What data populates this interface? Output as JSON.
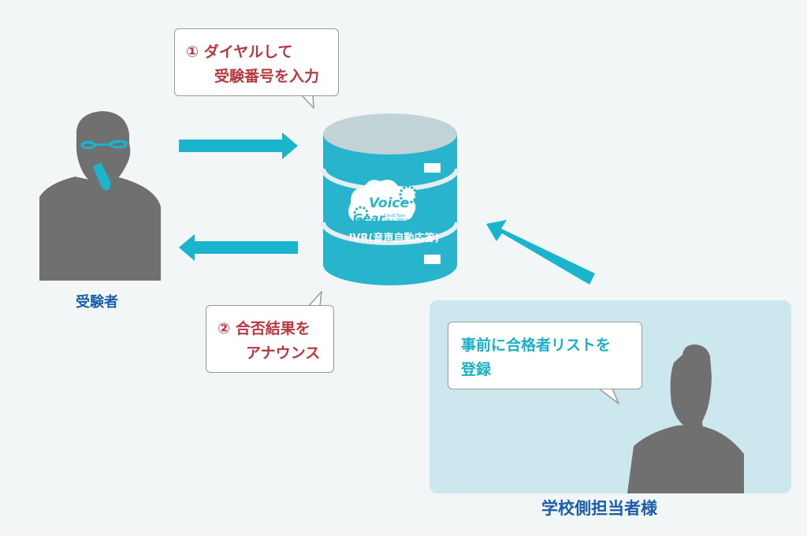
{
  "colors": {
    "background": "#f2f6f7",
    "arrow": "#1ab5cc",
    "person": "#707070",
    "red_text": "#b8383f",
    "blue_text": "#1a5dab",
    "teal_text": "#1ab0c8",
    "panel": "#cde7ee"
  },
  "bubbles": {
    "dial": {
      "line1": "① ダイヤルして",
      "line2": "受験番号を入力"
    },
    "announce": {
      "line1": "② 合否結果を",
      "line2": "アナウンス"
    },
    "register": {
      "line1": "事前に合格者リストを",
      "line2": "登録"
    }
  },
  "server": {
    "label": "IVR(音声自動応答)",
    "logo_word1": "Voice",
    "logo_word2": "Gear",
    "logo_line1": "Cloud Type",
    "logo_line2": "IVR & SMS Solution"
  },
  "actors": {
    "student": "受験者",
    "school": "学校側担当者様"
  }
}
